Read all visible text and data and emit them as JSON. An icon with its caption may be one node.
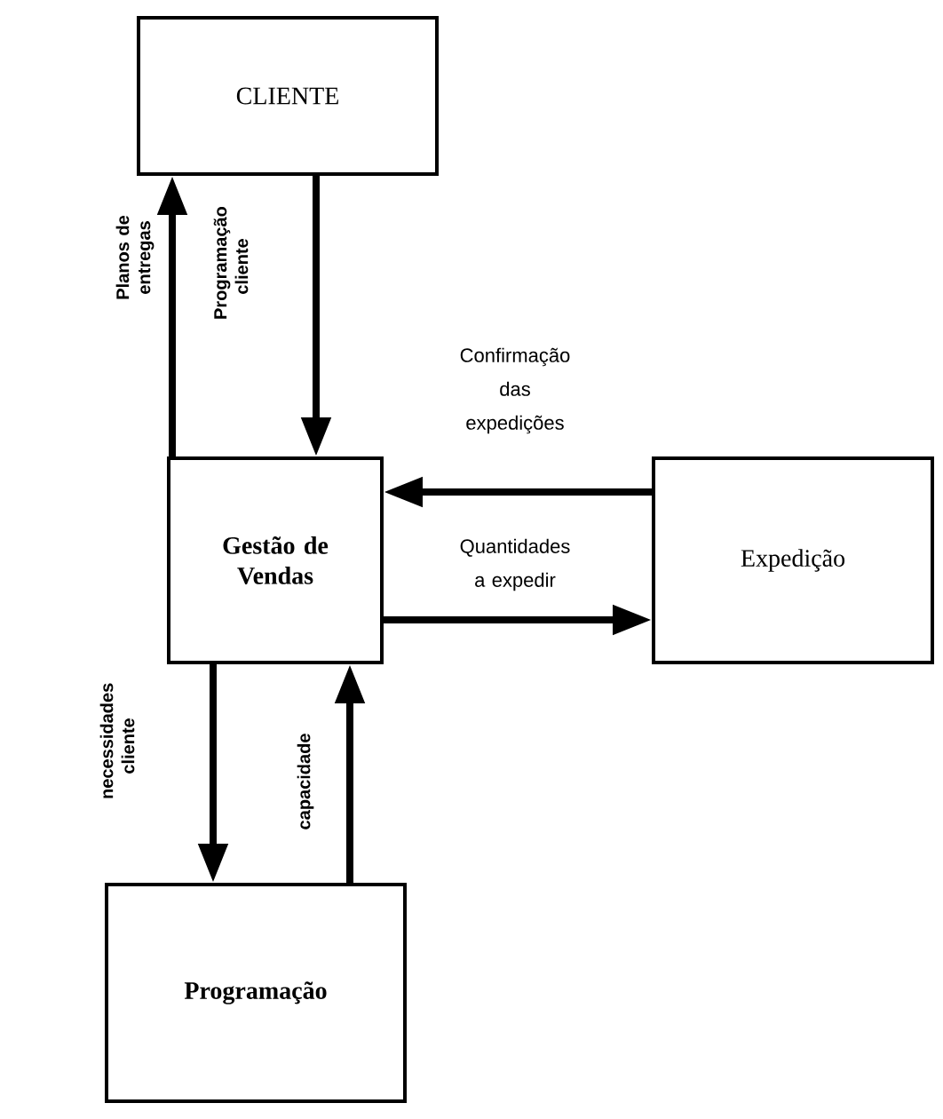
{
  "diagram": {
    "nodes": [
      {
        "text": [
          "CLIENTE"
        ]
      },
      {
        "text": [
          "Gestão de Vendas"
        ]
      },
      {
        "text": [
          "Expedição"
        ]
      },
      {
        "text": [
          "Programação"
        ]
      }
    ],
    "edges": [
      {
        "from": 1,
        "to": 0,
        "arrow": "to",
        "label": "Planos de entregas"
      },
      {
        "from": 0,
        "to": 1,
        "arrow": "to",
        "label": "Programação cliente"
      },
      {
        "from": 2,
        "to": 1,
        "arrow": "to",
        "label": "Confirmação das expedições"
      },
      {
        "from": 1,
        "to": 2,
        "arrow": "to",
        "label": "Quantidades a expedir"
      },
      {
        "from": 1,
        "to": 3,
        "arrow": "to",
        "label": "necessidades cliente"
      },
      {
        "from": 3,
        "to": 1,
        "arrow": "to",
        "label": "capacidade"
      }
    ]
  }
}
